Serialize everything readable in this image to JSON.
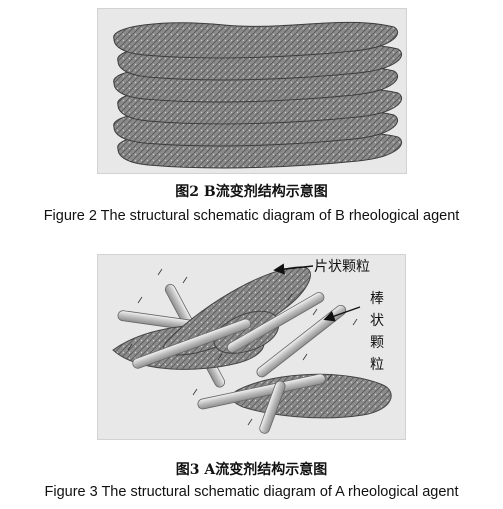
{
  "figure2": {
    "caption_zh": "图2   B流变剂结构示意图",
    "caption_en": "Figure 2   The structural schematic diagram of B rheological agent"
  },
  "figure3": {
    "caption_zh": "图3   A流变剂结构示意图",
    "caption_en": "Figure 3   The structural schematic diagram of A rheological agent",
    "label_flake": "片状颗粒",
    "label_rod": "棒状颗粒"
  }
}
